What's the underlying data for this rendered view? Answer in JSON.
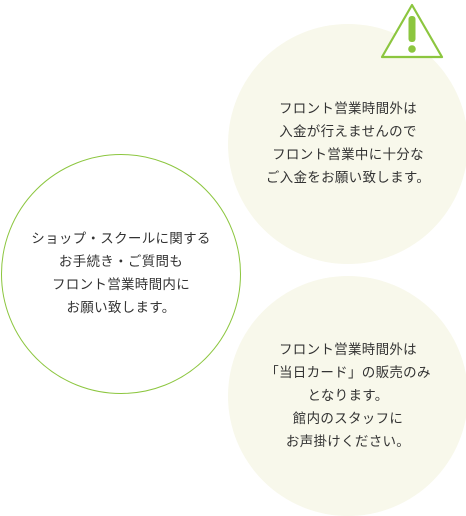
{
  "accent_color": "#8cc63f",
  "circle_fill_color": "#f8f8eb",
  "warning_icon": "warning-triangle-icon",
  "notices": {
    "top_right": {
      "lines": [
        "フロント営業時間外は",
        "入金が行えませんので",
        "フロント営業中に十分な",
        "ご入金をお願い致します。"
      ]
    },
    "left": {
      "lines": [
        "ショップ・スクールに関する",
        "お手続き・ご質問も",
        "フロント営業時間内に",
        "お願い致します。"
      ]
    },
    "bottom_right": {
      "lines": [
        "フロント営業時間外は",
        "「当日カード」の販売のみ",
        "となります。",
        "館内のスタッフに",
        "お声掛けください。"
      ]
    }
  }
}
